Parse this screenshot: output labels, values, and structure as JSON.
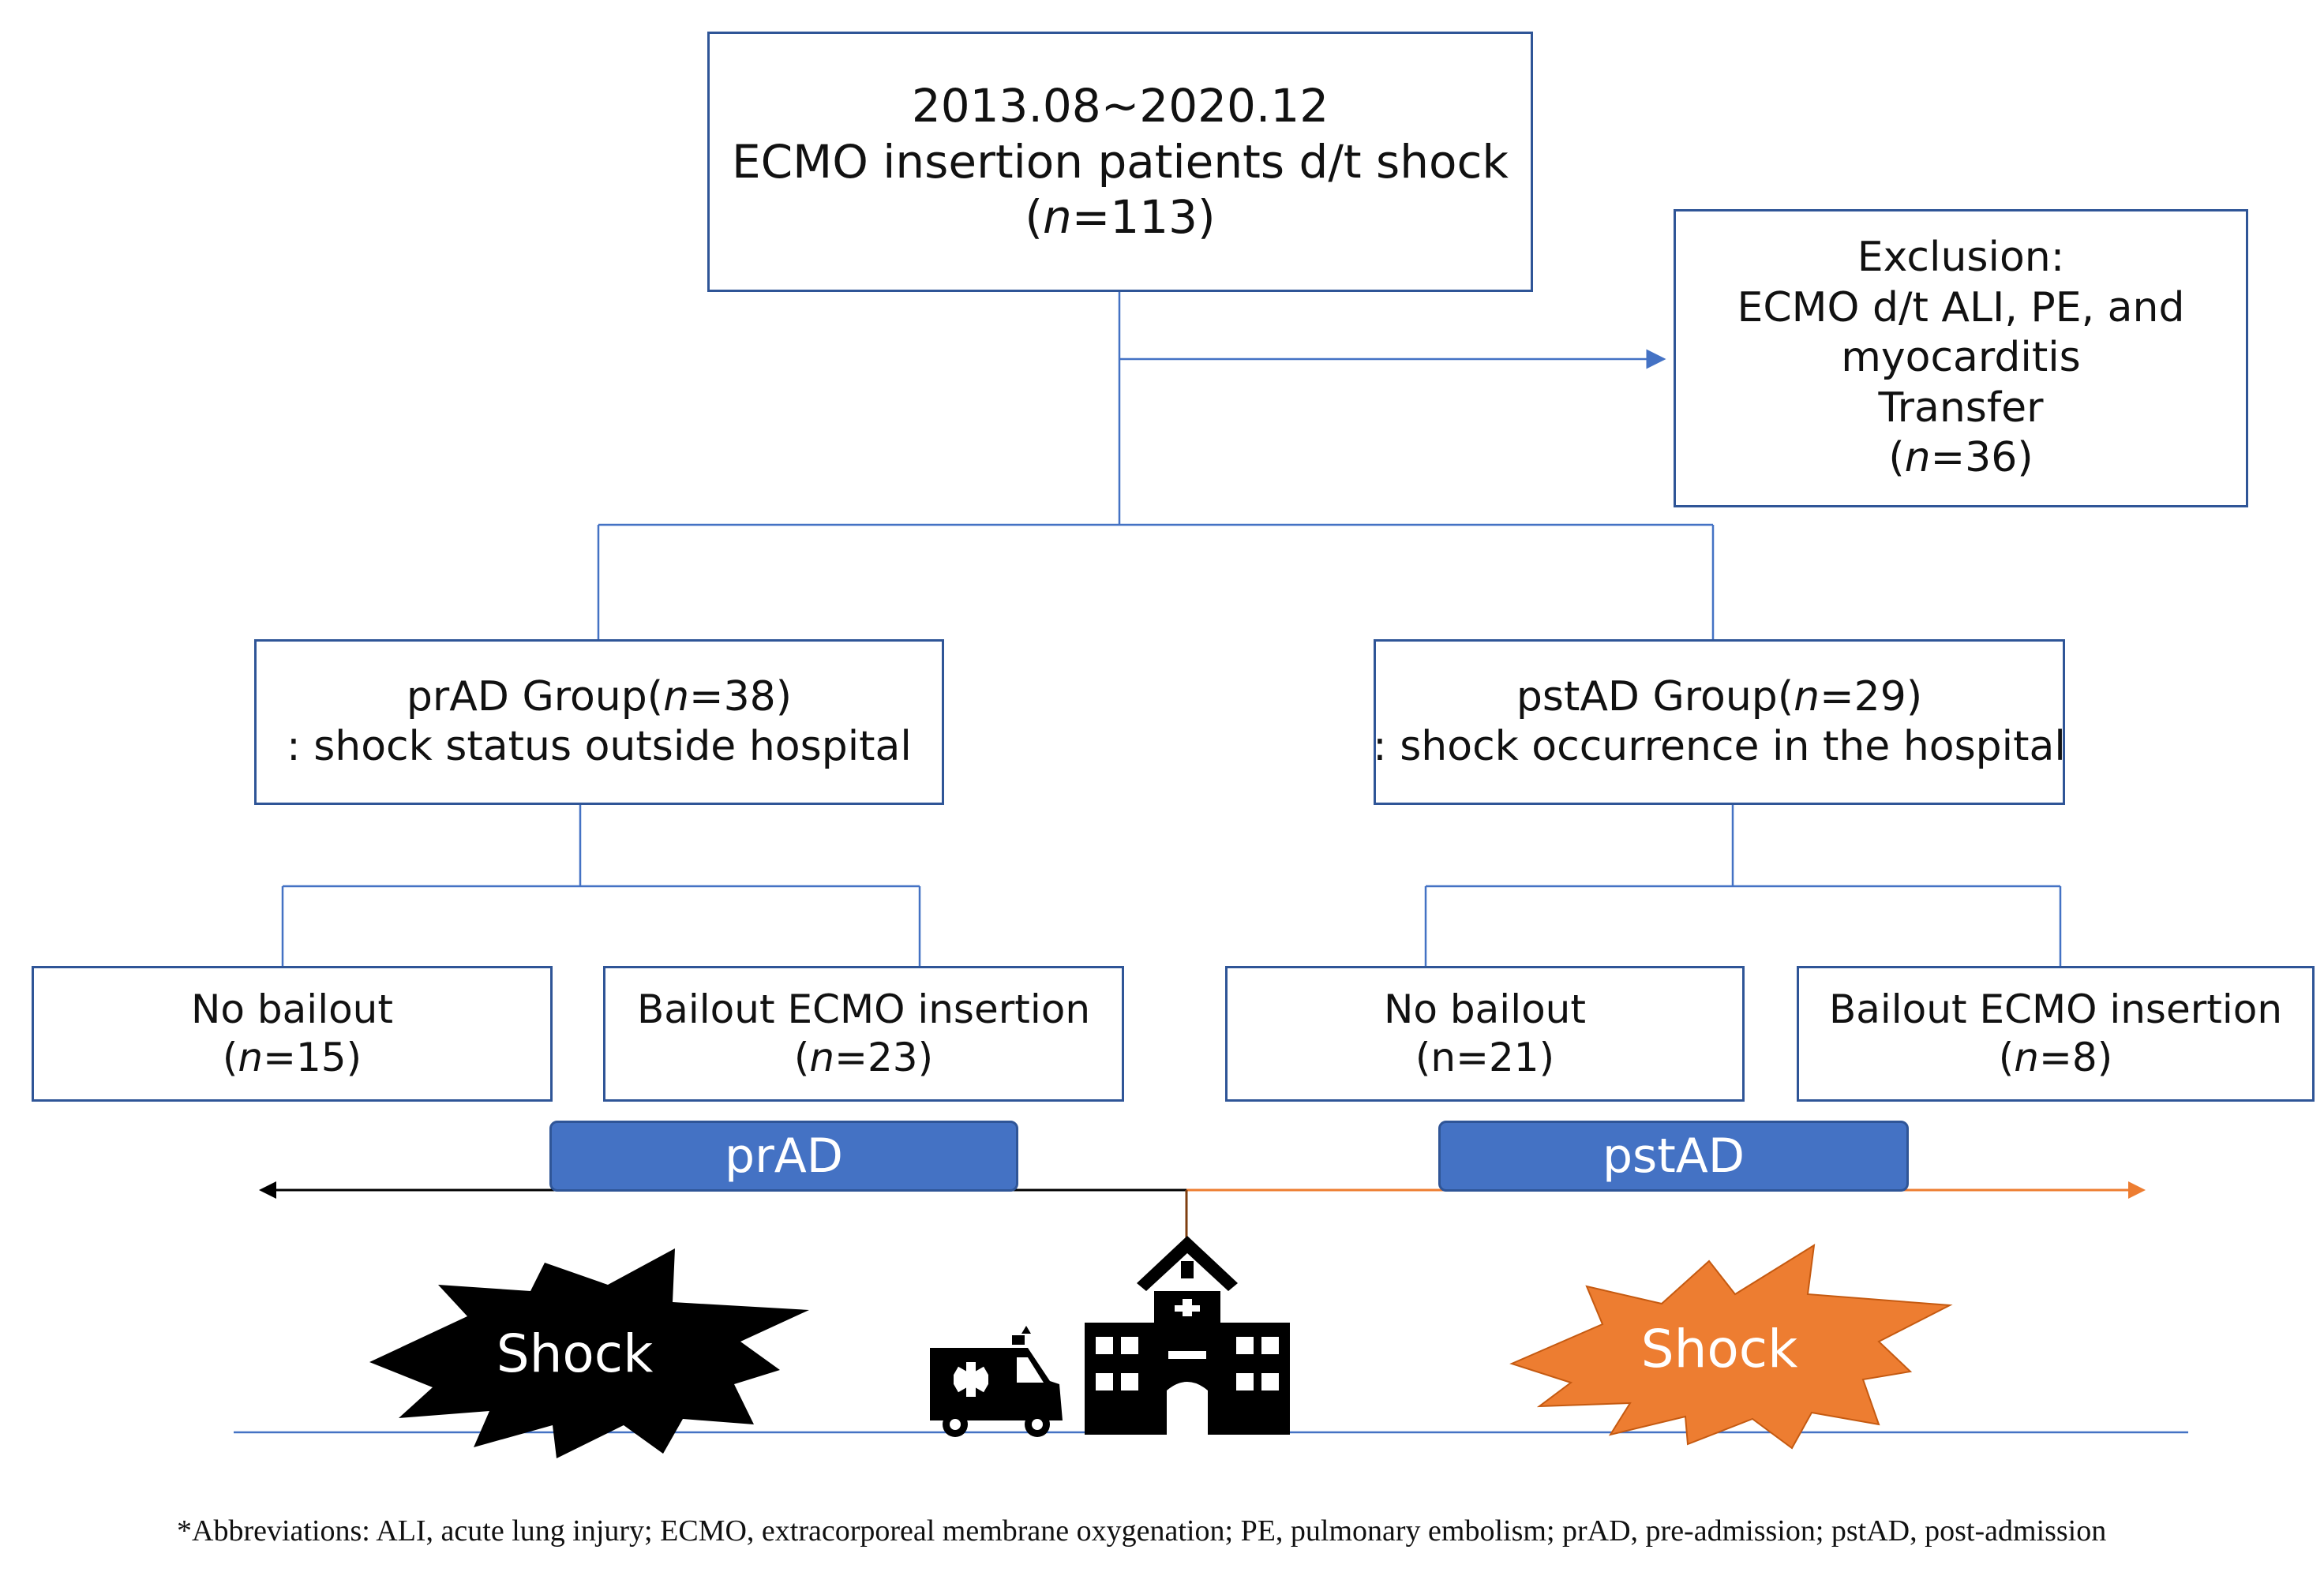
{
  "top": {
    "line1": "2013.08~2020.12",
    "line2": "ECMO insertion patients d/t shock",
    "n_prefix": "(",
    "n_var": "n",
    "n_value": "=113)"
  },
  "exclusion": {
    "line1": "Exclusion:",
    "line2": "ECMO d/t ALI, PE, and",
    "line3": "myocarditis",
    "line4": "Transfer",
    "n_prefix": "(",
    "n_var": "n",
    "n_value": "=36)"
  },
  "prad_group": {
    "line1_a": "prAD Group(",
    "n_var": "n",
    "line1_b": "=38)",
    "line2": ": shock status outside hospital"
  },
  "pstad_group": {
    "line1_a": "pstAD Group(",
    "n_var": "n",
    "line1_b": "=29)",
    "line2": ": shock occurrence in the hospital"
  },
  "prad_no_bailout": {
    "label": "No bailout",
    "n_prefix": "(",
    "n_var": "n",
    "n_value": "=15)"
  },
  "prad_bailout": {
    "label": "Bailout ECMO insertion",
    "n_prefix": "(",
    "n_var": "n",
    "n_value": "=23)"
  },
  "pstad_no_bailout": {
    "label": "No bailout",
    "n_text": "(n=21)"
  },
  "pstad_bailout": {
    "label": "Bailout ECMO insertion",
    "n_prefix": "(",
    "n_var": "n",
    "n_value": "=8)"
  },
  "timeline": {
    "left_tag": "prAD",
    "right_tag": "pstAD"
  },
  "shock_left": "Shock",
  "shock_right": "Shock",
  "icons": [
    "ambulance-icon",
    "hospital-icon"
  ],
  "colors": {
    "box_border": "#2f5597",
    "connector": "#4472c4",
    "tag_fill": "#4472c4",
    "post_admission_arrow": "#ed7d31",
    "shock_right_fill": "#ed7d31",
    "shock_left_fill": "#000000"
  },
  "footnote": "*Abbreviations: ALI, acute lung injury; ECMO, extracorporeal membrane oxygenation; PE, pulmonary embolism; prAD, pre-admission; pstAD, post-admission"
}
